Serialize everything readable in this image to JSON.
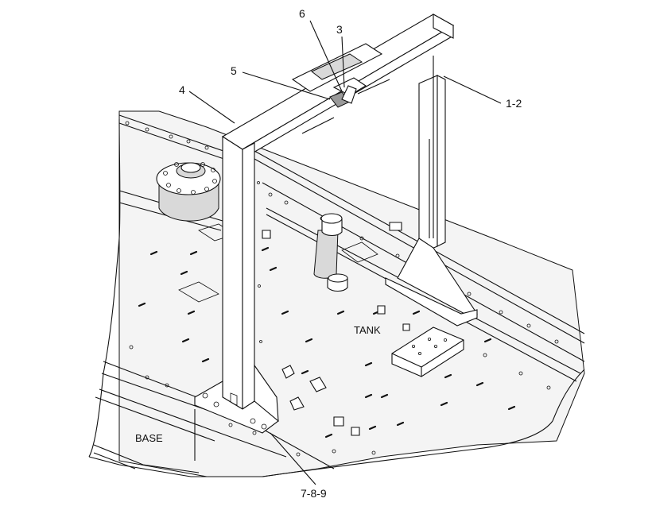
{
  "callouts": {
    "c1": "6",
    "c2": "3",
    "c3": "5",
    "c4": "4",
    "c5": "1-2",
    "c6": "7-8-9"
  },
  "labels": {
    "tank": "TANK",
    "base": "BASE"
  }
}
